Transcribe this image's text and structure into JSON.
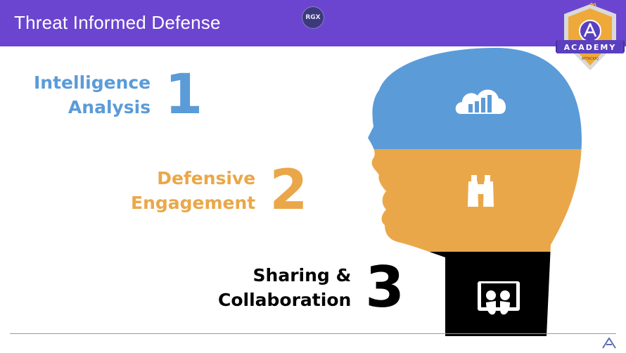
{
  "slide": {
    "title": "Threat Informed Defense",
    "presenter_badge": "RGX"
  },
  "logo": {
    "text": "ACADEMY",
    "subtext": "ATTACKIQ",
    "icon": "attackiq-a-icon"
  },
  "steps": [
    {
      "label_line1": "Intelligence",
      "label_line2": "Analysis",
      "number": "1",
      "icon": "cloud-chart-icon",
      "color": "#5b9bd8"
    },
    {
      "label_line1": "Defensive",
      "label_line2": "Engagement",
      "number": "2",
      "icon": "binoculars-icon",
      "color": "#eaa749"
    },
    {
      "label_line1": "Sharing &",
      "label_line2": "Collaboration",
      "number": "3",
      "icon": "slideshare-icon",
      "color": "#000000"
    }
  ],
  "colors": {
    "header": "#6b45cf",
    "blue": "#5b9bd8",
    "orange": "#eaa749",
    "black": "#000000"
  }
}
